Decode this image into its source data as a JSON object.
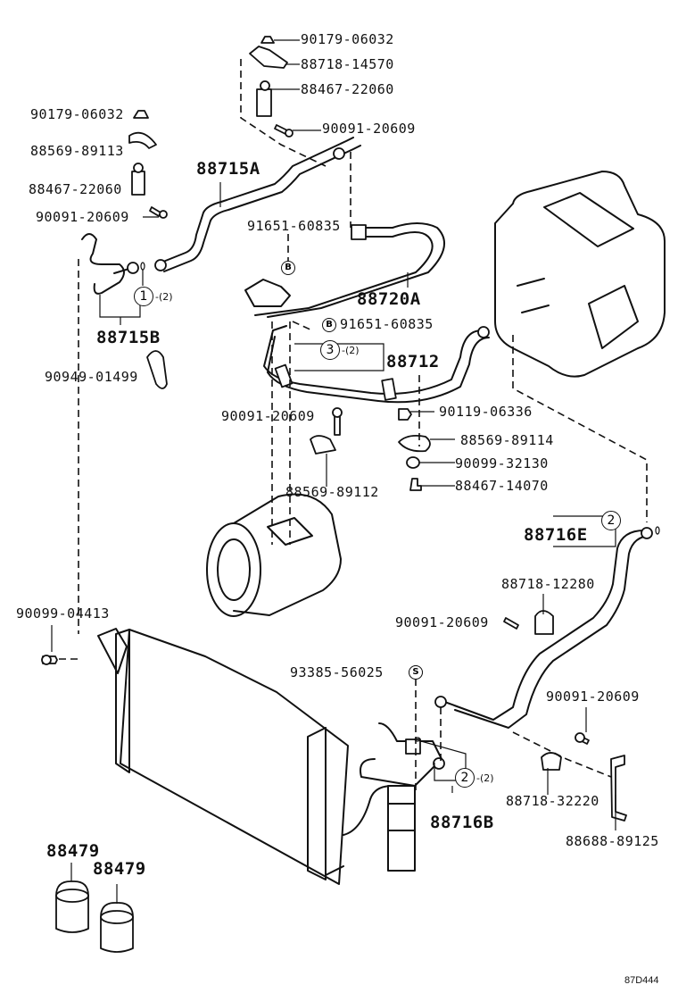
{
  "diagram": {
    "title": "Air conditioning refrigerant lines, compressor, condenser and receiver",
    "code": "87D444",
    "parts": [
      {
        "id": "p1",
        "number": "90179-06032",
        "description": "nut"
      },
      {
        "id": "p2",
        "number": "88718-14570",
        "description": "bracket"
      },
      {
        "id": "p3",
        "number": "88467-22060",
        "description": "pressure switch"
      },
      {
        "id": "p4",
        "number": "90091-20609",
        "description": "bolt"
      },
      {
        "id": "p5",
        "number": "90179-06032",
        "description": "nut"
      },
      {
        "id": "p6",
        "number": "88569-89113",
        "description": "clamp"
      },
      {
        "id": "p7",
        "number": "88467-22060",
        "description": "pressure switch"
      },
      {
        "id": "p8",
        "number": "90091-20609",
        "description": "bolt"
      },
      {
        "id": "p9",
        "number": "88715A",
        "description": "suction tube"
      },
      {
        "id": "p10",
        "number": "91651-60835",
        "description": "bolt"
      },
      {
        "id": "p11",
        "number": "88720A",
        "description": "hose"
      },
      {
        "id": "p12",
        "number": "88715B",
        "description": "tube"
      },
      {
        "id": "p13",
        "number": "91651-60835",
        "description": "bolt"
      },
      {
        "id": "p14",
        "number": "88712",
        "description": "discharge hose"
      },
      {
        "id": "p15",
        "number": "90949-01499",
        "description": "clamp"
      },
      {
        "id": "p16",
        "number": "90091-20609",
        "description": "bolt"
      },
      {
        "id": "p17",
        "number": "90119-06336",
        "description": "bolt"
      },
      {
        "id": "p18",
        "number": "88569-89114",
        "description": "clamp"
      },
      {
        "id": "p19",
        "number": "90099-32130",
        "description": "nut"
      },
      {
        "id": "p20",
        "number": "88467-14070",
        "description": "valve"
      },
      {
        "id": "p21",
        "number": "88569-89112",
        "description": "clamp"
      },
      {
        "id": "p22",
        "number": "88716E",
        "description": "liquid tube"
      },
      {
        "id": "p23",
        "number": "88718-12280",
        "description": "clamp"
      },
      {
        "id": "p24",
        "number": "90091-20609",
        "description": "bolt"
      },
      {
        "id": "p25",
        "number": "90099-04413",
        "description": "bolt"
      },
      {
        "id": "p26",
        "number": "93385-56025",
        "description": "screw"
      },
      {
        "id": "p27",
        "number": "90091-20609",
        "description": "bolt"
      },
      {
        "id": "p28",
        "number": "88716B",
        "description": "liquid tube"
      },
      {
        "id": "p29",
        "number": "88718-32220",
        "description": "clamp"
      },
      {
        "id": "p30",
        "number": "88688-89125",
        "description": "bracket"
      },
      {
        "id": "p31",
        "number": "88479",
        "description": "cushion"
      },
      {
        "id": "p32",
        "number": "88479",
        "description": "cushion"
      }
    ],
    "callouts": [
      {
        "symbol": "1",
        "qty": "-(2)"
      },
      {
        "symbol": "3",
        "qty": "-(2)"
      },
      {
        "symbol": "2",
        "qty": ""
      },
      {
        "symbol": "2",
        "qty": "-(2)"
      }
    ],
    "letter_marks": [
      "B",
      "B",
      "S"
    ]
  }
}
